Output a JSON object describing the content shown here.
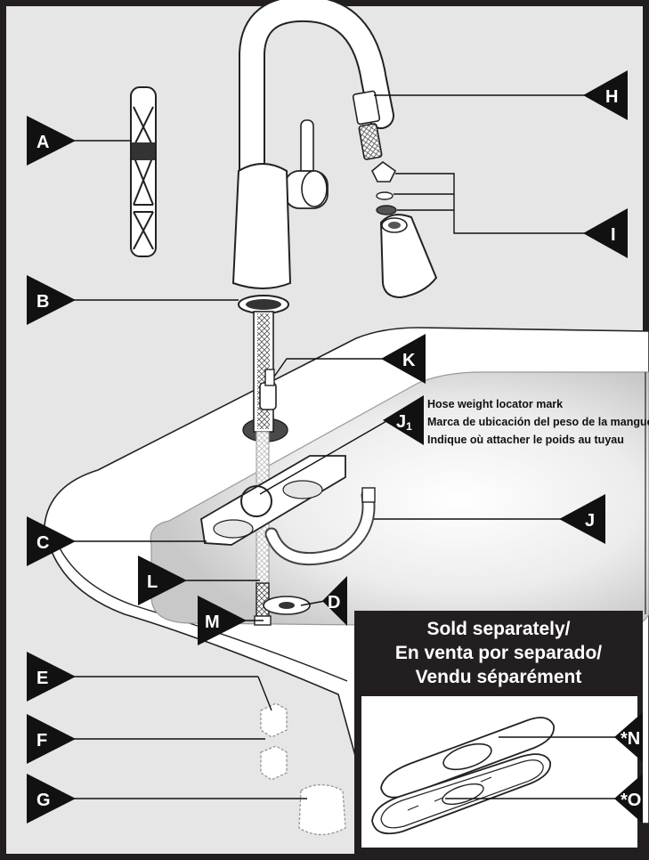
{
  "callouts": {
    "A": "A",
    "B": "B",
    "C": "C",
    "D": "D",
    "E": "E",
    "F": "F",
    "G": "G",
    "H": "H",
    "I": "I",
    "J": "J",
    "J1_letter": "J",
    "J1_sub": "1",
    "K": "K",
    "L": "L",
    "M": "M",
    "N": "*N",
    "O": "*O"
  },
  "hose_note": {
    "en": "Hose weight locator mark",
    "es": "Marca de ubicación del peso de la manguera",
    "fr": "Indique où attacher le poids au tuyau"
  },
  "sold_separately": {
    "line1": "Sold separately/",
    "line2": "En venta por separado/",
    "line3": "Vendu séparément"
  },
  "colors": {
    "frame": "#231f20",
    "callout": "#111111",
    "background": "#e6e6e6",
    "sink_shade": "#d9d9d9",
    "part_fill": "#ffffff"
  }
}
